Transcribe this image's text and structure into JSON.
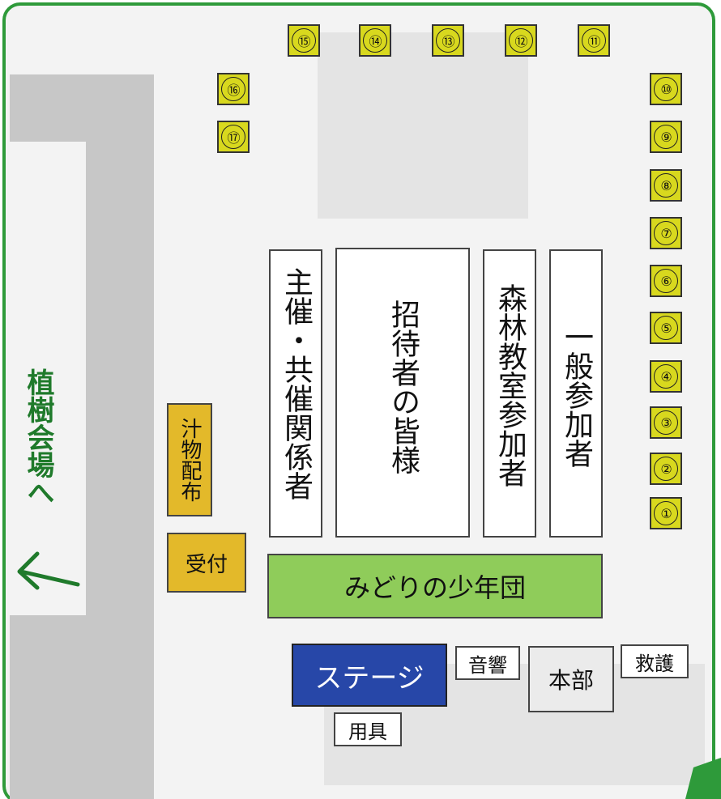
{
  "direction_label": "植樹会場へ",
  "booths": {
    "numbers": [
      "⑪",
      "⑫",
      "⑬",
      "⑭",
      "⑮",
      "⑯",
      "⑰",
      "①",
      "②",
      "③",
      "④",
      "⑤",
      "⑥",
      "⑦",
      "⑧",
      "⑨",
      "⑩"
    ]
  },
  "seating": {
    "organizers": "主催・共催関係者",
    "guests": "招待者の皆様",
    "forest_class": "森林教室参加者",
    "general": "一般参加者"
  },
  "facilities": {
    "soup": "汁物配布",
    "reception": "受付",
    "youth_corps": "みどりの少年団",
    "stage": "ステージ",
    "sound": "音響",
    "headquarters": "本部",
    "first_aid": "救護",
    "equipment": "用具"
  },
  "colors": {
    "frame": "#2e9a3a",
    "booth": "#d8d81e",
    "soup_reception": "#e3b92a",
    "youth_corps": "#8fcc5a",
    "stage": "#2747a8",
    "road": "#c7c7c7"
  }
}
